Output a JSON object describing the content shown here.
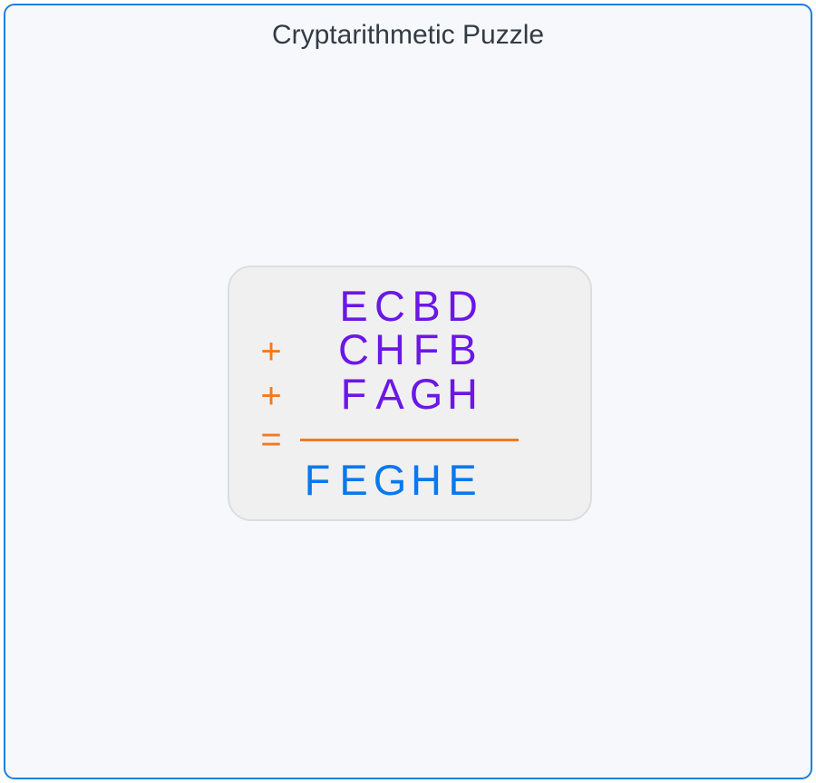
{
  "title": "Cryptarithmetic Puzzle",
  "puzzle": {
    "addends": [
      {
        "operator": "",
        "letters": [
          "E",
          "C",
          "B",
          "D"
        ]
      },
      {
        "operator": "+",
        "letters": [
          "C",
          "H",
          "F",
          "B"
        ]
      },
      {
        "operator": "+",
        "letters": [
          "F",
          "A",
          "G",
          "H"
        ]
      }
    ],
    "equals": "=",
    "result": [
      "F",
      "E",
      "G",
      "H",
      "E"
    ]
  },
  "colors": {
    "addend_letters": "#6b17e6",
    "result_letters": "#0a78ee",
    "operators": "#f47a1a",
    "frame_border": "#1e7fe0"
  }
}
